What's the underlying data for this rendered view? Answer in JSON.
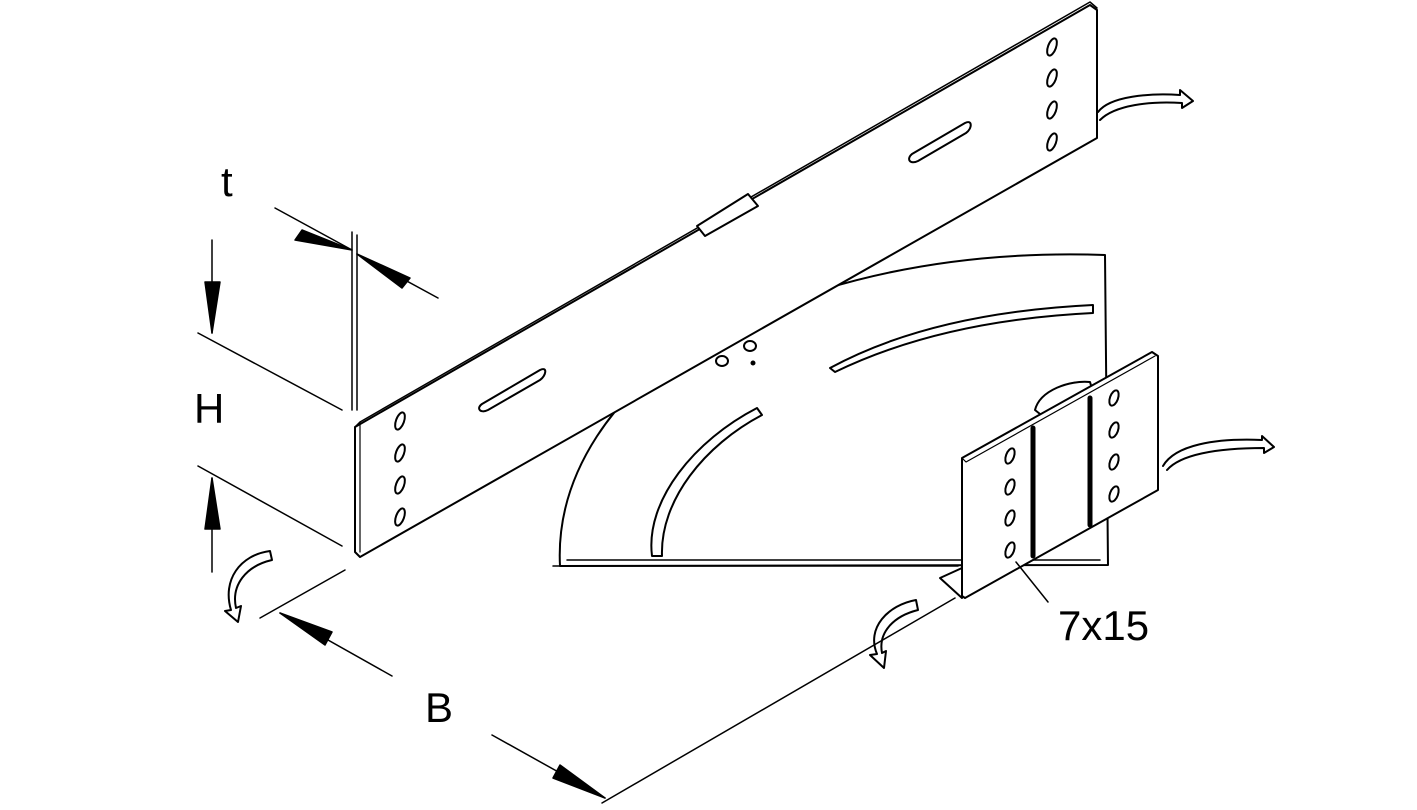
{
  "labels": {
    "thickness": "t",
    "height": "H",
    "width": "B",
    "slot_size": "7x15"
  },
  "colors": {
    "line": "#000000",
    "background": "#ffffff"
  },
  "icons": [
    "rotation-arrow-icon",
    "bend-arrow-icon",
    "dimension-arrowhead-icon"
  ]
}
